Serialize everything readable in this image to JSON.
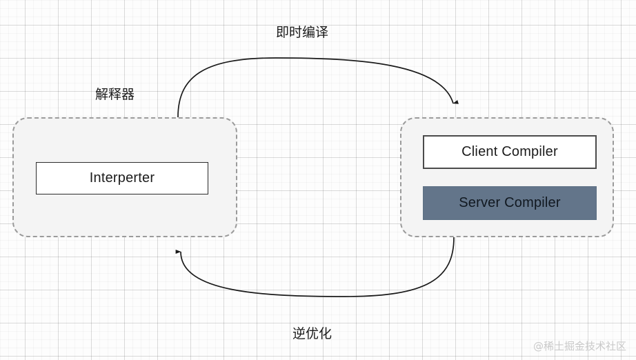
{
  "diagram": {
    "title": "JVM JIT compilation and deoptimization flow",
    "background": {
      "grid": "on",
      "minor_grid_color": "#f0f0f0",
      "major_grid_color": "#c8c8c8",
      "canvas_color": "#fdfdfd"
    },
    "groups": [
      {
        "id": "interpreter-group",
        "label": "解释器",
        "border_style": "dashed",
        "border_color": "#9a9a9a",
        "fill": "#f4f4f4"
      },
      {
        "id": "compiler-group",
        "label": "",
        "border_style": "dashed",
        "border_color": "#9a9a9a",
        "fill": "#f4f4f4"
      }
    ],
    "nodes": [
      {
        "id": "interpreter-node",
        "label": "Interperter",
        "fill": "#ffffff",
        "border_color": "#2b2b2b",
        "text_color": "#1b1b1b"
      },
      {
        "id": "client-compiler-node",
        "label": "Client Compiler",
        "fill": "#ffffff",
        "border_color": "#4a4a4a",
        "text_color": "#1b1b1b"
      },
      {
        "id": "server-compiler-node",
        "label": "Server Compiler",
        "fill": "#63758a",
        "border_color": "#5d7184",
        "text_color": "#111820"
      }
    ],
    "edges": [
      {
        "id": "edge-jit",
        "label": "即时编译",
        "from": "interpreter-group",
        "to": "compiler-group",
        "direction": "left-to-right",
        "stroke": "#1a1a1a",
        "arrowhead": "filled-triangle"
      },
      {
        "id": "edge-deopt",
        "label": "逆优化",
        "from": "compiler-group",
        "to": "interpreter-group",
        "direction": "right-to-left",
        "stroke": "#1a1a1a",
        "arrowhead": "filled-triangle"
      }
    ],
    "watermark": "@稀土掘金技术社区"
  }
}
